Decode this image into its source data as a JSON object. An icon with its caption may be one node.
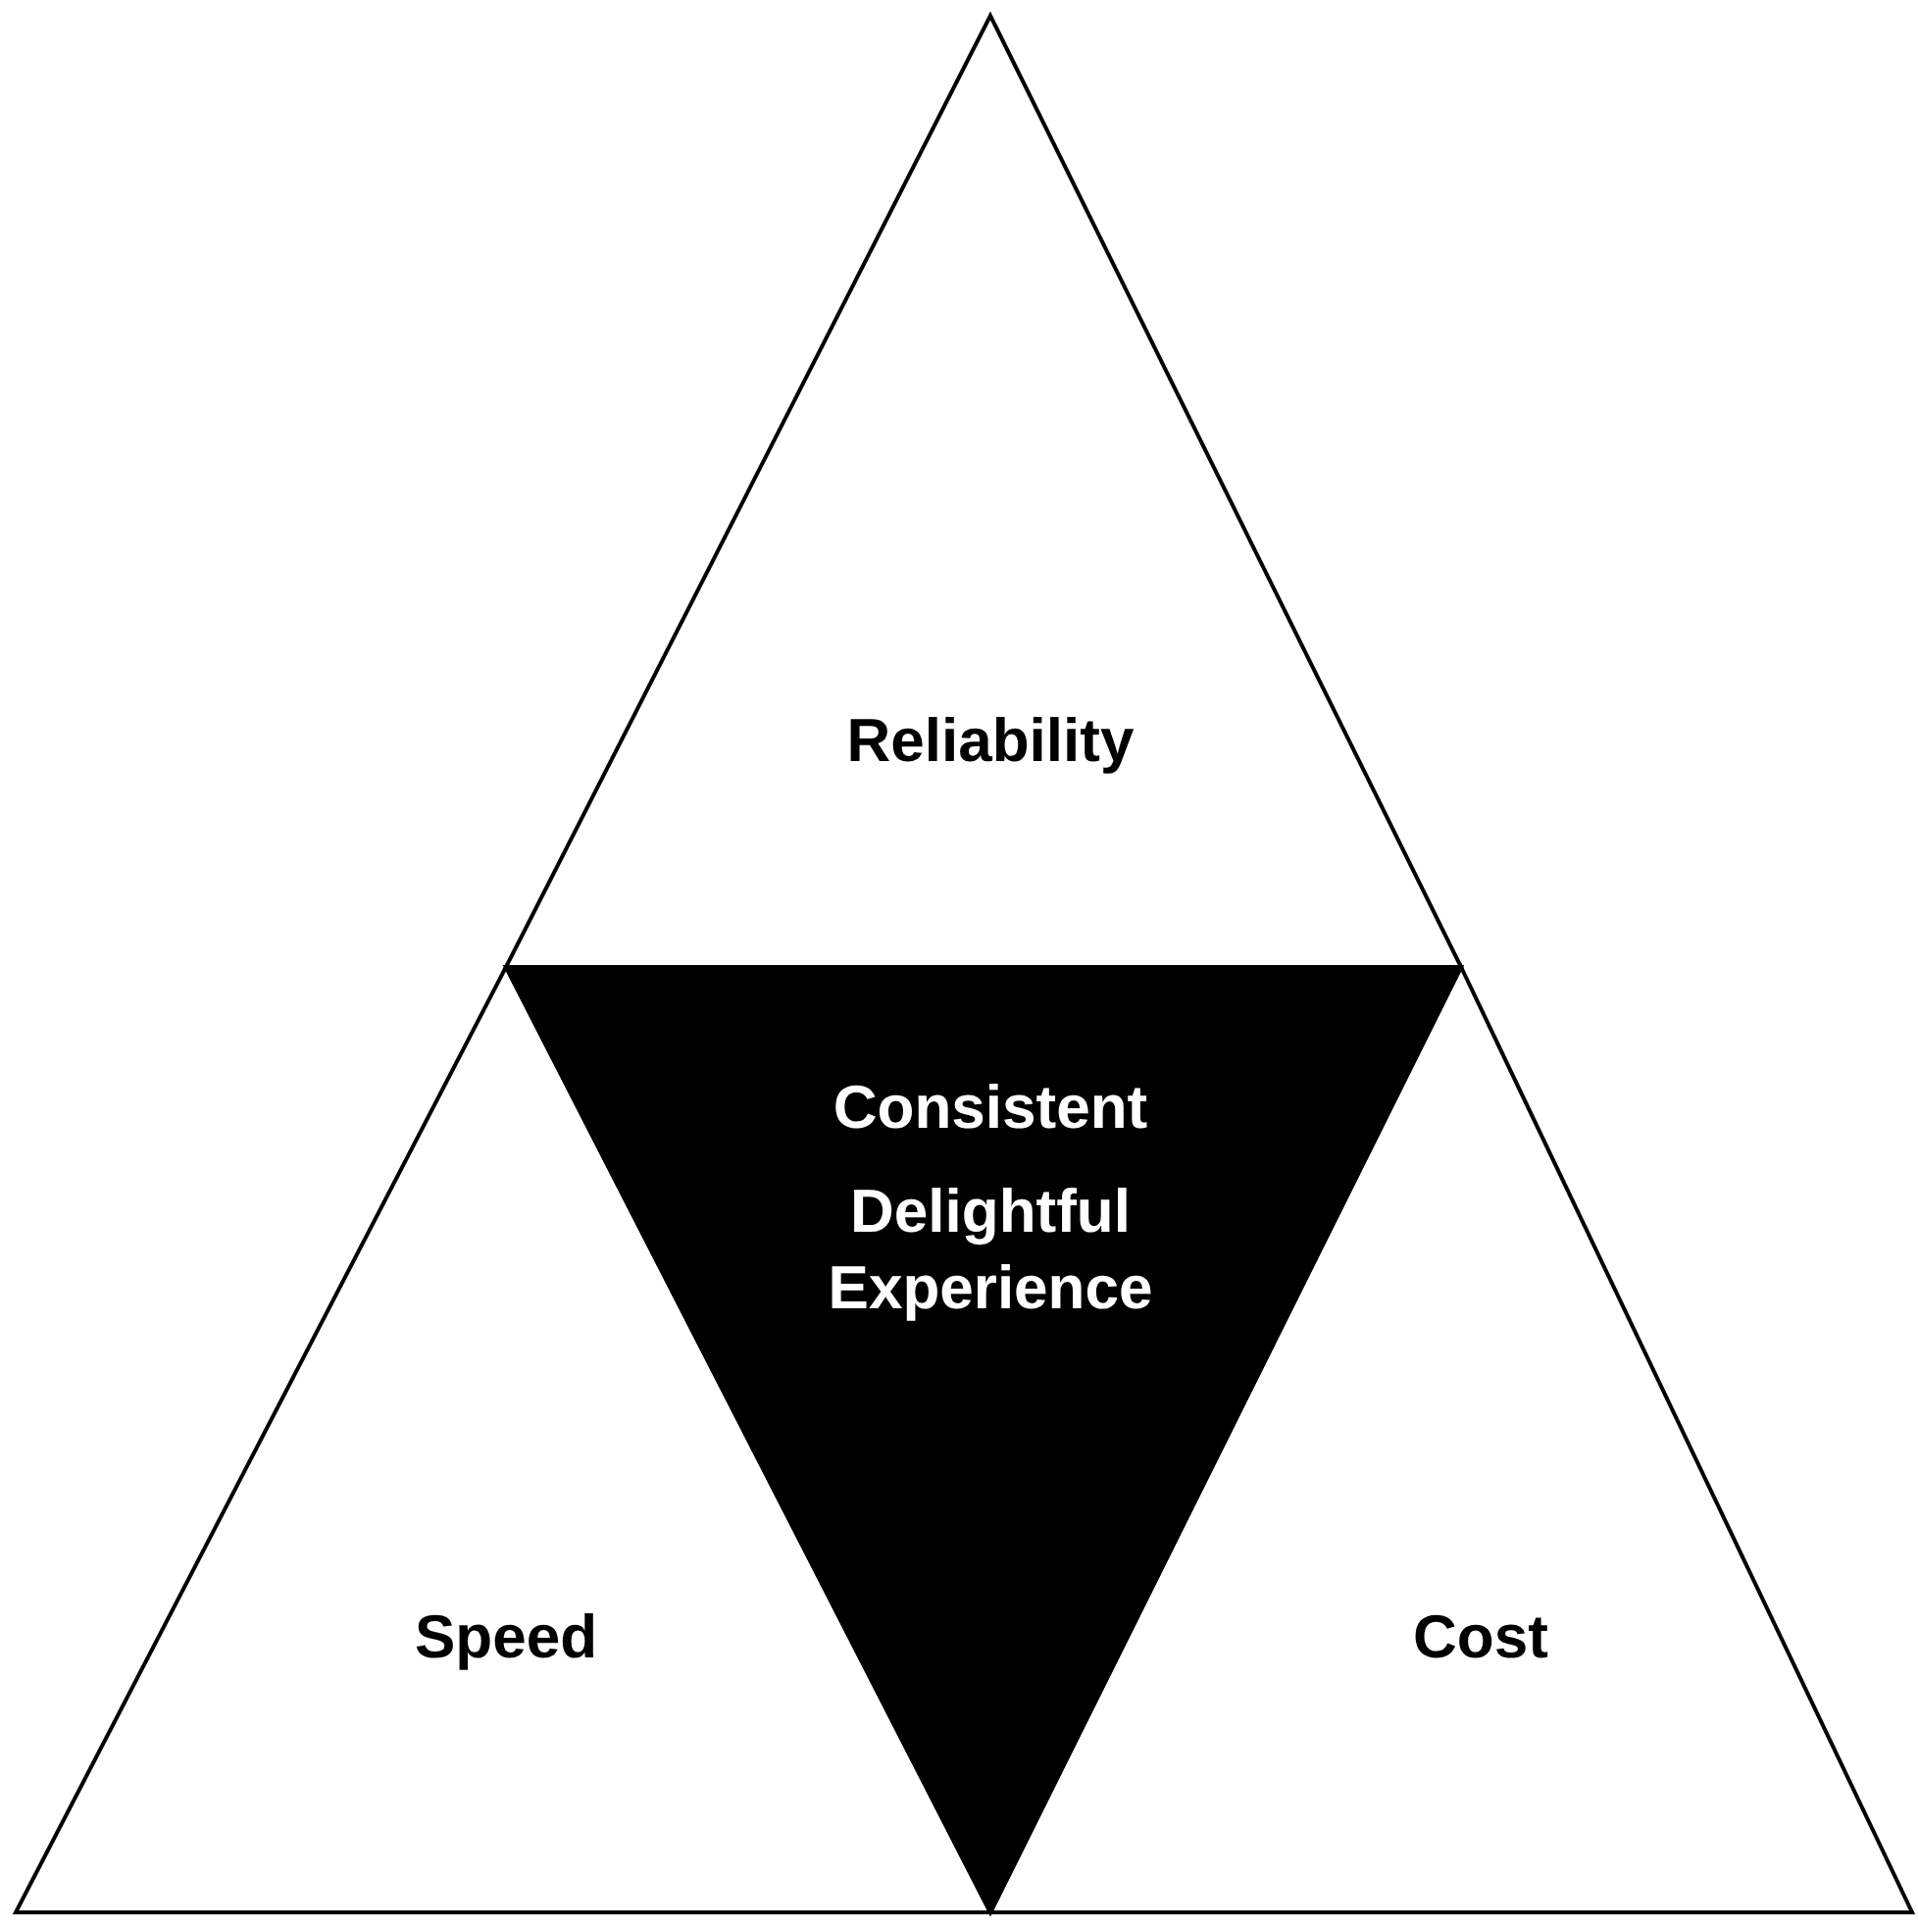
{
  "diagram": {
    "nodes": [
      {
        "text": [
          "Reliability"
        ]
      },
      {
        "text": [
          "Speed"
        ]
      },
      {
        "text": [
          "Consistent",
          "Delightful Experience"
        ]
      },
      {
        "text": [
          "Cost"
        ]
      }
    ]
  }
}
